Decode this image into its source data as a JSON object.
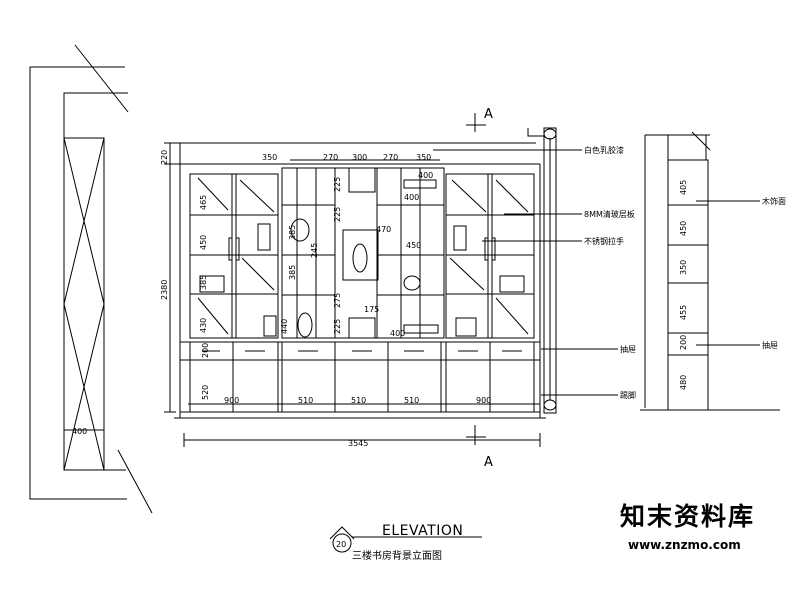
{
  "dimensions": {
    "left_panel_width": "400",
    "top_height": "220",
    "total_height": "2380",
    "total_width": "3545",
    "left_cabinet": {
      "shelf_heights": [
        "465",
        "450",
        "385",
        "430"
      ],
      "base_widths": [
        "900"
      ],
      "base_heights": [
        "200",
        "520"
      ]
    },
    "middle": {
      "column_widths": [
        "350",
        "270",
        "300",
        "270",
        "350"
      ],
      "left_heights": [
        "385",
        "385"
      ],
      "inner_heights": [
        "225",
        "225",
        "275",
        "225"
      ],
      "middle_heights": [
        "245"
      ],
      "cube_labels": [
        "400",
        "470",
        "450",
        "400",
        "175",
        "400"
      ],
      "base_widths": [
        "510",
        "510",
        "510"
      ],
      "base_heights": [
        "440"
      ]
    },
    "right_cabinet": {
      "base_widths": [
        "900"
      ]
    },
    "section_heights": [
      "405",
      "450",
      "350",
      "455",
      "200",
      "480"
    ]
  },
  "annotations": [
    "白色乳胶漆",
    "8MM清玻层板",
    "不锈钢拉手",
    "抽屉",
    "踢脚"
  ],
  "section_annotations": [
    "木饰面",
    "抽屉"
  ],
  "section_markers": [
    "A",
    "A"
  ],
  "title": {
    "main": "ELEVATION",
    "number": "20",
    "subtitle": "三楼书房背景立面图"
  },
  "watermark": {
    "text": "知末资料库",
    "url": "www.znzmo.com"
  }
}
